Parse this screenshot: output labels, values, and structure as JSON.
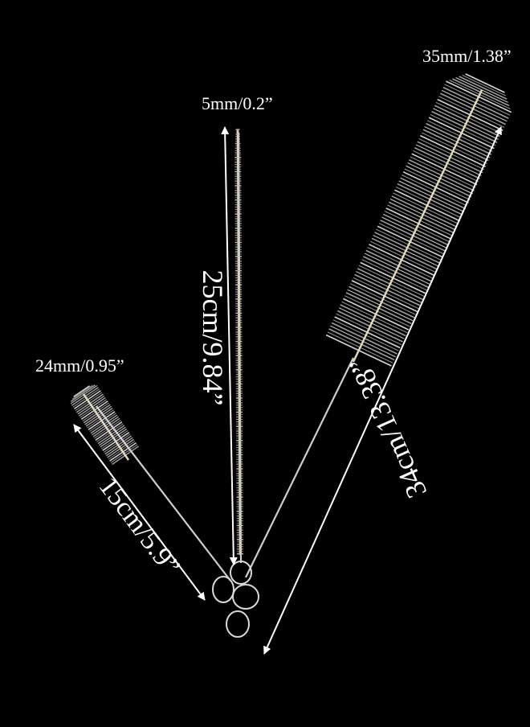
{
  "image": {
    "background_color": "#000000",
    "label_color": "#ffffff",
    "brushes": [
      {
        "name": "small-brush",
        "diameter_label": "24mm/0.95”",
        "length_label": "15cm/5.9”"
      },
      {
        "name": "medium-brush",
        "diameter_label": "5mm/0.2”",
        "length_label": "25cm/9.84”"
      },
      {
        "name": "large-brush",
        "diameter_label": "35mm/1.38”",
        "length_label": "34cm/13.38”"
      }
    ]
  }
}
